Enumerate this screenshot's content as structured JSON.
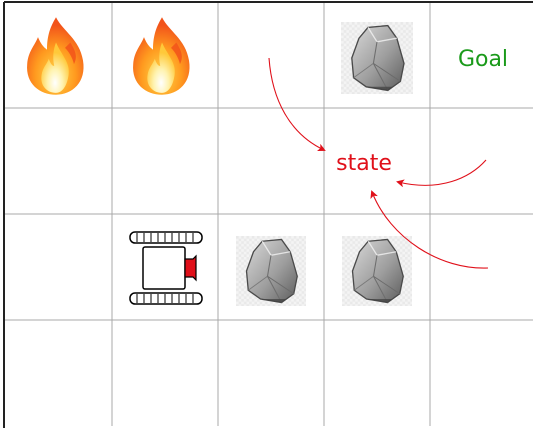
{
  "grid": {
    "rows": 4,
    "cols": 5,
    "cells": [
      {
        "row": 0,
        "col": 0,
        "content": "fire"
      },
      {
        "row": 0,
        "col": 1,
        "content": "fire"
      },
      {
        "row": 0,
        "col": 3,
        "content": "rock"
      },
      {
        "row": 0,
        "col": 4,
        "content": "goal"
      },
      {
        "row": 1,
        "col": 3,
        "content": "state"
      },
      {
        "row": 2,
        "col": 1,
        "content": "robot"
      },
      {
        "row": 2,
        "col": 2,
        "content": "rock"
      },
      {
        "row": 2,
        "col": 3,
        "content": "rock"
      }
    ]
  },
  "labels": {
    "goal": "Goal",
    "state": "state"
  },
  "colors": {
    "goal": "#1a9a1a",
    "state": "#e0101a",
    "arrows": "#e0101a",
    "grid": "#a8a8a8",
    "border": "#222222"
  },
  "icons": {
    "fire": "fire-icon",
    "rock": "rock-icon",
    "robot": "tracked-robot-icon"
  }
}
